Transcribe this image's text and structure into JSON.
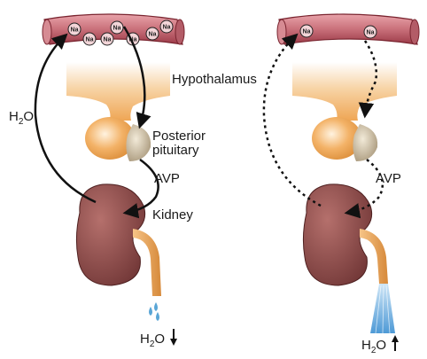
{
  "labels": {
    "hypothalamus": "Hypothalamus",
    "posterior_pituitary_line1": "Posterior",
    "posterior_pituitary_line2": "pituitary",
    "avp_left": "AVP",
    "avp_right": "AVP",
    "kidney": "Kidney",
    "water_left": {
      "main": "H",
      "sub": "2",
      "tail": "O"
    },
    "water_bottom_left": {
      "main": "H",
      "sub": "2",
      "tail": "O",
      "arrow": "down"
    },
    "water_bottom_right": {
      "main": "H",
      "sub": "2",
      "tail": "O",
      "arrow": "up"
    }
  },
  "sodium_label": "Na",
  "panels": [
    {
      "name": "left",
      "sodium_count": 7,
      "arrow_style": "solid",
      "urine": "drops"
    },
    {
      "name": "right",
      "sodium_count": 2,
      "arrow_style": "dotted",
      "urine": "stream"
    }
  ],
  "colors": {
    "vessel_fill": "#c9707a",
    "vessel_dark": "#8b2e3a",
    "hypothalamus": "#f3b267",
    "pituitary_gland": "#c9b79a",
    "kidney": "#8e4d4d",
    "ureter": "#e9a45a",
    "drops": "#5aa6d6",
    "stream": "#7fb8e3"
  }
}
